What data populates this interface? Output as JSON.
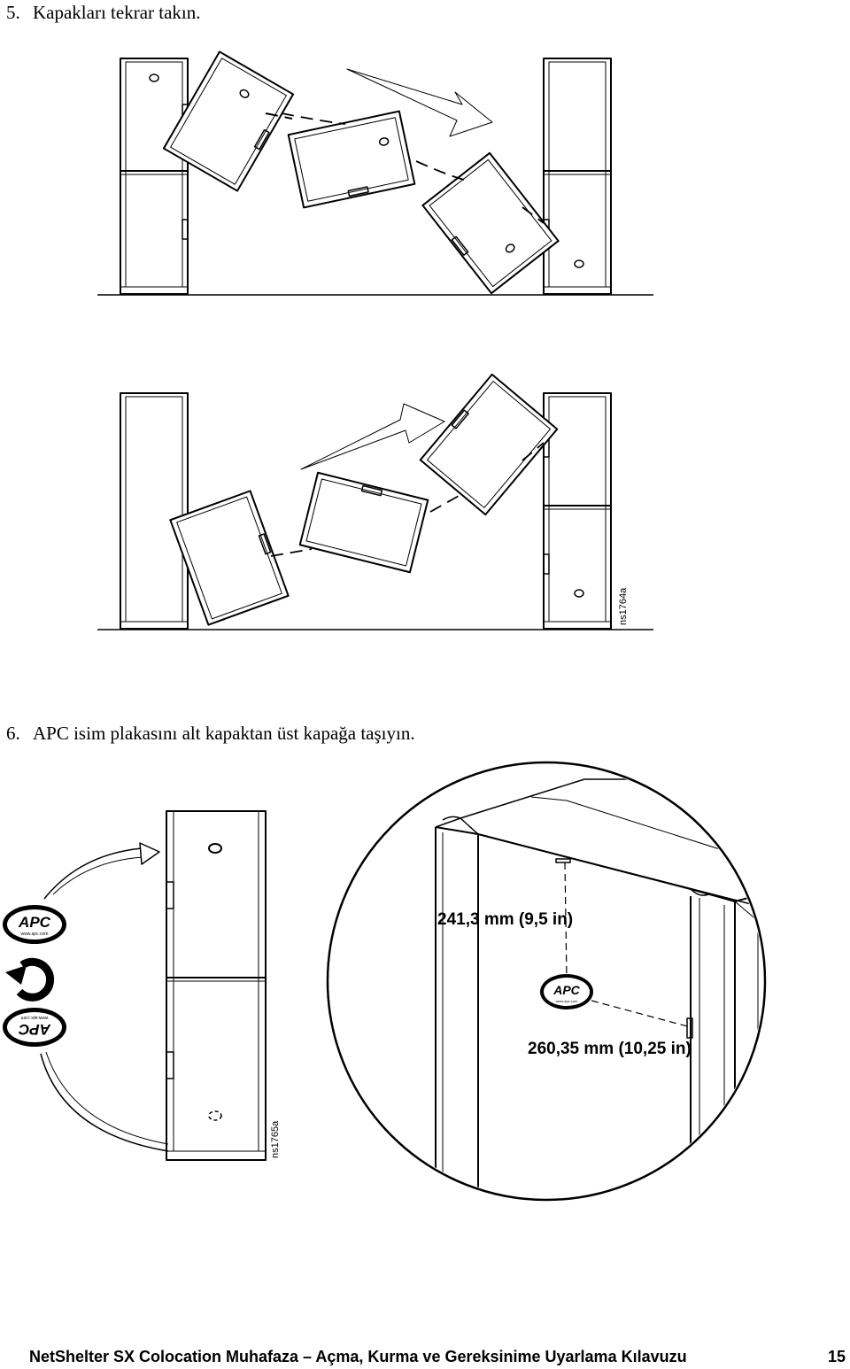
{
  "steps": [
    {
      "number": "5.",
      "text": "Kapakları tekrar takın."
    },
    {
      "number": "6.",
      "text": "APC isim plakasını alt kapaktan üst kapağa taşıyın."
    }
  ],
  "figures": {
    "fig1_id": "ns1764a",
    "fig2_id": "ns1765a",
    "dim_vertical": "241,3 mm (9,5 in)",
    "dim_horizontal": "260,35 mm (10,25 in)",
    "logo_text": "APC",
    "logo_url": "www.apc.com"
  },
  "footer": {
    "title": "NetShelter SX Colocation Muhafaza – Açma, Kurma ve Gereksinime Uyarlama Kılavuzu",
    "page": "15"
  }
}
